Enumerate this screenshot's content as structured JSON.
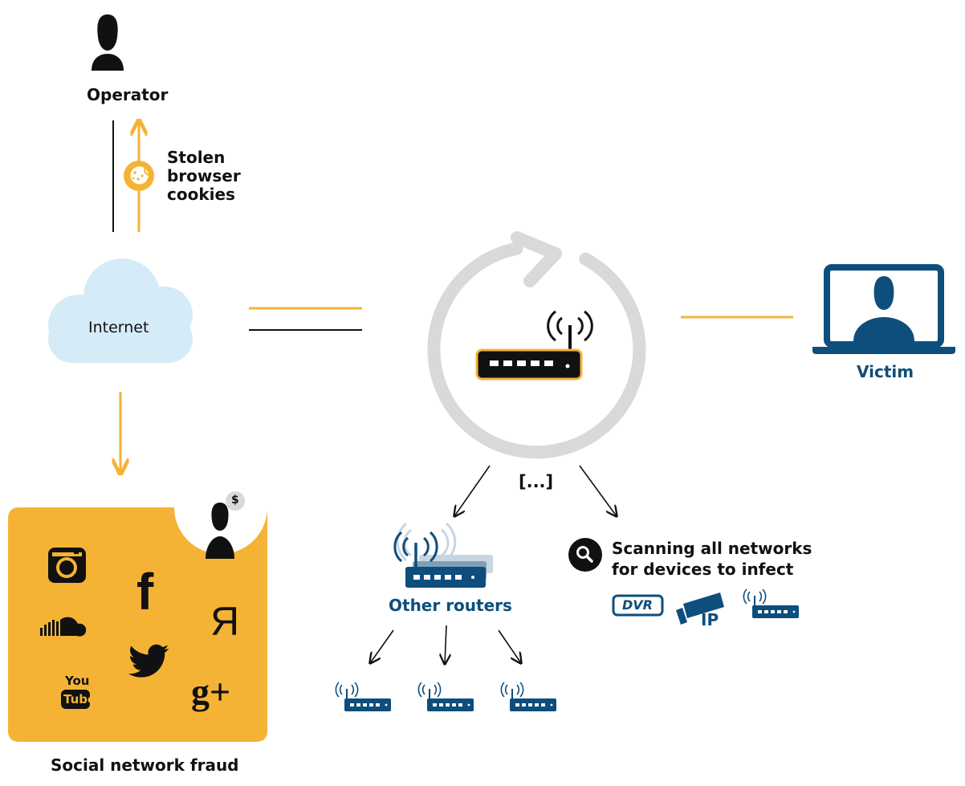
{
  "labels": {
    "operator": "Operator",
    "stolen_cookies": [
      "Stolen",
      "browser",
      "cookies"
    ],
    "internet": "Internet",
    "victim": "Victim",
    "ellipsis": "[...]",
    "other_routers": "Other routers",
    "scanning": [
      "Scanning all networks",
      "for devices to infect"
    ],
    "dvr": "DVR",
    "ip": "IP",
    "social_fraud": "Social network fraud",
    "dollar": "$",
    "youtube_top": "You",
    "youtube_bottom": "Tube",
    "yandex": "Я",
    "gplus": "g+"
  },
  "colors": {
    "accent": "#f5b335",
    "dark": "#111111",
    "blue": "#0d4e7c",
    "cloud": "#d5ebf8",
    "gray_ring": "#d9d9d9",
    "panel": "#f5b335"
  },
  "icons": [
    "user-icon",
    "cookie-icon",
    "cloud-icon",
    "router-icon",
    "laptop-icon",
    "magnifier-icon",
    "camera-icon",
    "instagram-icon",
    "facebook-icon",
    "soundcloud-icon",
    "twitter-icon",
    "youtube-icon",
    "yandex-icon",
    "google-plus-icon"
  ]
}
